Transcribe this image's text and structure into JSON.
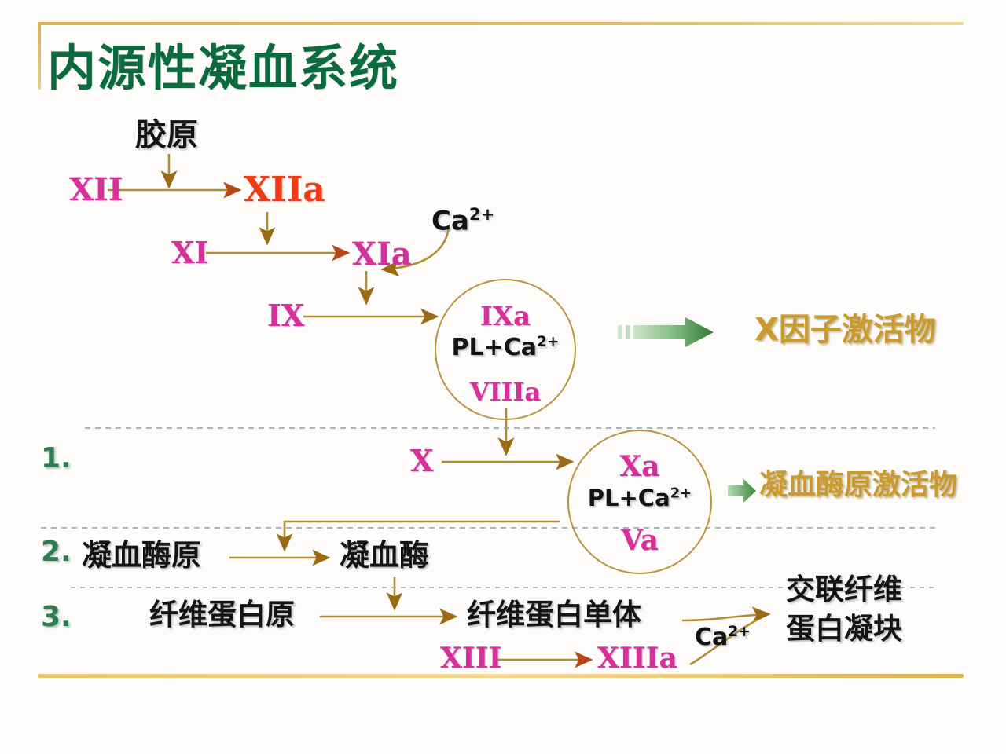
{
  "page": {
    "title": "内源性凝血系统",
    "background": "#fdfcfb",
    "frame_color": "#d8b14a",
    "title_color": "#0c6b3c"
  },
  "colors": {
    "factor_magenta": "#d8309a",
    "factor_red": "#ef3b16",
    "arrow_gold": "#b08c33",
    "label_gold": "#c99a2e",
    "green_arrow": "#3f8c43",
    "number_green": "#2e7d4f",
    "black_text": "#141414",
    "circle_stroke": "#b8953f",
    "dashed_divider": "#8aa0a8"
  },
  "nodes": {
    "collagen": "胶原",
    "f12": "XII",
    "f12a": "XIIa",
    "f11": "XI",
    "f11a": "XIa",
    "f9": "IX",
    "calcium_top": "Ca",
    "calcium_sup": "2+",
    "f10": "X",
    "f13": "XIII",
    "f13a": "XIIIa",
    "calcium_bottom": "Ca",
    "calcium_bottom_sup": "2+"
  },
  "complex_one": {
    "top": "IXa",
    "middle_main": "PL+Ca",
    "middle_sup": "2+",
    "bottom": "VIIIa"
  },
  "complex_two": {
    "top": "Xa",
    "middle_main": "PL+Ca",
    "middle_sup": "2+",
    "bottom": "Va"
  },
  "outputs": {
    "factor_x_activator": "X因子激活物",
    "prothrombin_activator": "凝血酶原激活物"
  },
  "steps": [
    {
      "number": "1.",
      "items": []
    },
    {
      "number": "2.",
      "items": [
        "凝血酶原",
        "凝血酶"
      ]
    },
    {
      "number": "3.",
      "items": [
        "纤维蛋白原",
        "纤维蛋白单体"
      ]
    }
  ],
  "final_product": {
    "line1": "交联纤维",
    "line2": "蛋白凝块"
  },
  "icons": {
    "big_green_arrow": "green-gradient-arrow-icon",
    "small_green_arrow": "small-green-arrow-icon"
  }
}
